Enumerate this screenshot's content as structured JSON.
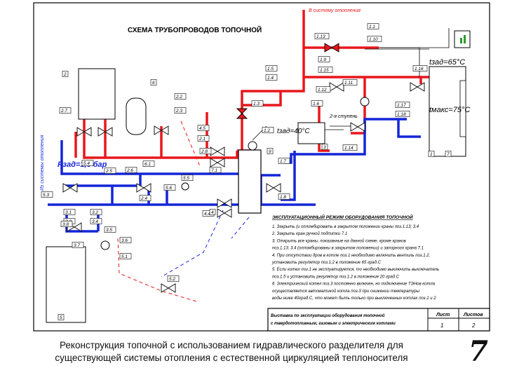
{
  "diagram": {
    "title": "СХЕМА ТРУБОПРОВОДОВ ТОПОЧНОЙ",
    "to_heating_system_top": "В систему отопления",
    "from_heating_system_side": "Из системы отопления",
    "pressure_label": "Pзад=1,6 бар",
    "temp_setpoint_boiler": "tзад=65°C",
    "temp_max_boiler": "tмакс=75°C",
    "temp_setpoint_stage": "tзад=40°C",
    "stage_label": "2-я ступень",
    "equipment_labels": [
      {
        "id": "1.13",
        "text": "1.13"
      },
      {
        "id": "1.1",
        "text": "1.1"
      },
      {
        "id": "1.10",
        "text": "1.10"
      },
      {
        "id": "1.9",
        "text": "1.9"
      },
      {
        "id": "1.15",
        "text": "1.15"
      },
      {
        "id": "1.12",
        "text": "1.12"
      },
      {
        "id": "1.11",
        "text": "1.11"
      },
      {
        "id": "1.16",
        "text": "1.16"
      },
      {
        "id": "1.17",
        "text": "1.17"
      },
      {
        "id": "1.18",
        "text": "1.18"
      },
      {
        "id": "1.14",
        "text": "1.14"
      },
      {
        "id": "1.6",
        "text": "1.6"
      },
      {
        "id": "1.5",
        "text": "1.5"
      },
      {
        "id": "1.4",
        "text": "1.4"
      },
      {
        "id": "1.3",
        "text": "1.3"
      },
      {
        "id": "1.2",
        "text": "1.2"
      },
      {
        "id": "1.7",
        "text": "1.7"
      },
      {
        "id": "1.8",
        "text": "1.8"
      },
      {
        "id": "3.1",
        "text": "3.1"
      },
      {
        "id": "3.2",
        "text": "3.2"
      },
      {
        "id": "3.3",
        "text": "3.3"
      },
      {
        "id": "3.4",
        "text": "3.4"
      },
      {
        "id": "3.5",
        "text": "3.5"
      },
      {
        "id": "3.6",
        "text": "3.6"
      },
      {
        "id": "3.7",
        "text": "3.7"
      },
      {
        "id": "3.8",
        "text": "3.8"
      },
      {
        "id": "5.1",
        "text": "5.1"
      },
      {
        "id": "5.2",
        "text": "5.2"
      },
      {
        "id": "5.3",
        "text": "5.3"
      },
      {
        "id": "5.4",
        "text": "5.4"
      },
      {
        "id": "5.5",
        "text": "5.5"
      },
      {
        "id": "5.6",
        "text": "5.6"
      },
      {
        "id": "6.1",
        "text": "6.1"
      },
      {
        "id": "4.4",
        "text": "4.4"
      },
      {
        "id": "4.5",
        "text": "4.5"
      },
      {
        "id": "2.1",
        "text": "2.1"
      },
      {
        "id": "2.2",
        "text": "2.2"
      },
      {
        "id": "2.3",
        "text": "2.3"
      },
      {
        "id": "2.4",
        "text": "2.4"
      },
      {
        "id": "2.5",
        "text": "2.5"
      },
      {
        "id": "2.6",
        "text": "2.6"
      },
      {
        "id": "2.7",
        "text": "2.7"
      },
      {
        "id": "2.8",
        "text": "2.8"
      },
      {
        "id": "7",
        "text": "7"
      },
      {
        "id": "7.1",
        "text": "7.1"
      },
      {
        "id": "4",
        "text": "4"
      },
      {
        "id": "2",
        "text": "2"
      },
      {
        "id": "3",
        "text": "3"
      },
      {
        "id": "5",
        "text": "5"
      },
      {
        "id": "6",
        "text": "6"
      },
      {
        "id": "1",
        "text": "1"
      },
      {
        "id": "9",
        "text": "9"
      }
    ],
    "notes": {
      "heading": "ЭКСПЛУАТАЦИОННЫЙ РЕЖИМ ОБОРУДОВАНИЯ ТОПОЧНОЙ",
      "lines": [
        "1. Закрыть (и опломбировать в закрытом положении краны поз.1.13; 3.4",
        "2. Закрыть кран ручной подпитки 7.1",
        "3. Открыть все краны, показанные на данной схеме, кроме кранов",
        "   поз.1.13; 3.4 (опломбированы в закрытом положении) и запорного крана 7.1",
        "4. При отсутствии дров в котле поз.1 необходимо включить вентиль поз.1.2,",
        "   установить регулятор поз.1.2 в положение 65 град.С",
        "5. Если котел поз.1 не эксплуатируется, то необходимо выключить выключатель",
        "   поз.1.5 и установить регулятор поз.1.2 в положение 20 град.С",
        "6. Электрический котел поз.3 постоянно включен, но подключение ТЭНов котла",
        "   осуществляется автоматикой котла поз.3 при снижении температуры",
        "   воды ниже 40град.С, что может быть только при выключенных котлах поз.1 и 2"
      ]
    },
    "stamp": {
      "title": "Выставка по эксплуатации оборудования топочной с твердотопливным, газовым и электрическим котлами",
      "sheet_label": "Лист",
      "sheets_label": "Листов",
      "sheet_value": "1",
      "sheets_value": "2"
    },
    "colors": {
      "supply": "#e8171c",
      "return": "#1426d8",
      "frame": "#000000"
    }
  },
  "caption": {
    "line1": "Реконструкция топочной с использованием гидравлического разделителя для",
    "line2": "существующей системы отопления с естественной циркуляцией теплоносителя"
  },
  "page_number": "7"
}
